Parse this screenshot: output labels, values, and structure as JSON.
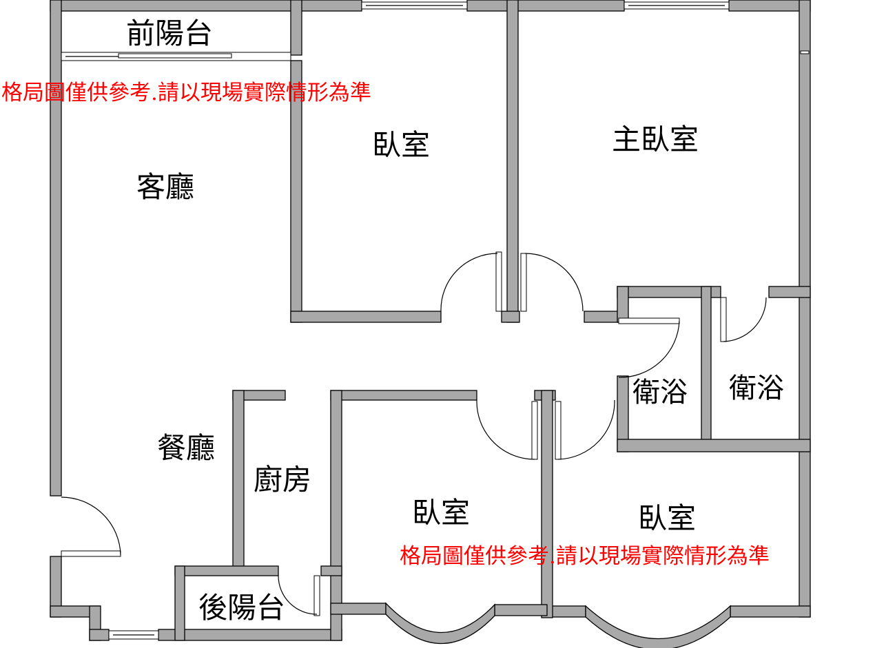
{
  "colors": {
    "wall_fill": "#a9a9a9",
    "line": "#000000",
    "note": "#ff0000"
  },
  "rooms": {
    "front_balcony": "前陽台",
    "living_room": "客廳",
    "bedroom_top": "臥室",
    "master_bedroom": "主臥室",
    "bathroom_left": "衛浴",
    "bathroom_right": "衛浴",
    "dining_room": "餐廳",
    "kitchen": "廚房",
    "bedroom_bottom_left": "臥室",
    "bedroom_bottom_right": "臥室",
    "back_balcony": "後陽台"
  },
  "notes": {
    "disclaimer_top": "格局圖僅供參考.請以現場實際情形為準",
    "disclaimer_bottom": "格局圖僅供參考.請以現場實際情形為準"
  }
}
